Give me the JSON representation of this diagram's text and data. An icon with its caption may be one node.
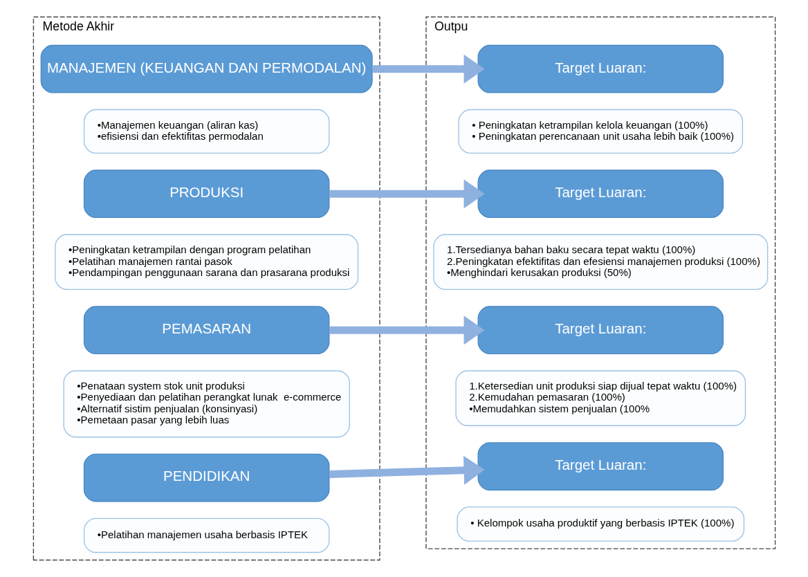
{
  "diagram": {
    "nodes": [
      {
        "text": [
          "Metode Akhir"
        ]
      },
      {
        "text": [
          "MANAJEMEN (KEUANGAN DAN PERMODALAN)"
        ],
        "in": 0
      },
      {
        "text": [
          "•Manajemen keuangan (aliran kas)",
          "•efisiensi dan efektifitas permodalan"
        ],
        "in": 0
      },
      {
        "text": [
          "PRODUKSI"
        ],
        "in": 0
      },
      {
        "text": [
          "•Peningkatan ketrampilan dengan program pelatihan",
          "•Pelatihan manajemen rantai pasok",
          "•Pendampingan penggunaan sarana dan prasarana produksi"
        ],
        "in": 0
      },
      {
        "text": [
          "PEMASARAN"
        ],
        "in": 0
      },
      {
        "text": [
          "•Penataan system stok unit produksi",
          "•Penyediaan dan pelatihan perangkat lunak  e-commerce",
          "•Alternatif sistim penjualan (konsinyasi)",
          "•Pemetaan pasar yang lebih luas"
        ],
        "in": 0
      },
      {
        "text": [
          "PENDIDIKAN"
        ],
        "in": 0
      },
      {
        "text": [
          "•Pelatihan manajemen usaha berbasis IPTEK"
        ],
        "in": 0
      },
      {
        "text": [
          "Outpu"
        ]
      },
      {
        "text": [
          "Target Luaran:"
        ],
        "in": 9
      },
      {
        "text": [
          "• Peningkatan ketrampilan kelola keuangan (100%)",
          "• Peningkatan perencanaan unit usaha lebih baik (100%)"
        ],
        "in": 9
      },
      {
        "text": [
          "Target Luaran:"
        ],
        "in": 9
      },
      {
        "text": [
          "1.Tersedianya bahan baku secara tepat waktu (100%)",
          "2.Peningkatan efektifitas dan efesiensi manajemen produksi (100%)",
          "•Menghindari kerusakan produksi (50%)"
        ],
        "in": 9
      },
      {
        "text": [
          "Target Luaran:"
        ],
        "in": 9
      },
      {
        "text": [
          "1.Ketersedian unit produksi siap dijual tepat waktu (100%)",
          "2.Kemudahan pemasaran (100%)",
          "•Memudahkan sistem penjualan (100%"
        ],
        "in": 9
      },
      {
        "text": [
          "Target Luaran:"
        ],
        "in": 9
      },
      {
        "text": [
          "• Kelompok usaha produktif yang berbasis IPTEK (100%)"
        ],
        "in": 9
      }
    ],
    "edges": [
      {
        "from": 1,
        "to": 10,
        "arrow": "to"
      },
      {
        "from": 3,
        "to": 12,
        "arrow": "to"
      },
      {
        "from": 5,
        "to": 14,
        "arrow": "to"
      },
      {
        "from": 7,
        "to": 16,
        "arrow": "to"
      }
    ]
  }
}
